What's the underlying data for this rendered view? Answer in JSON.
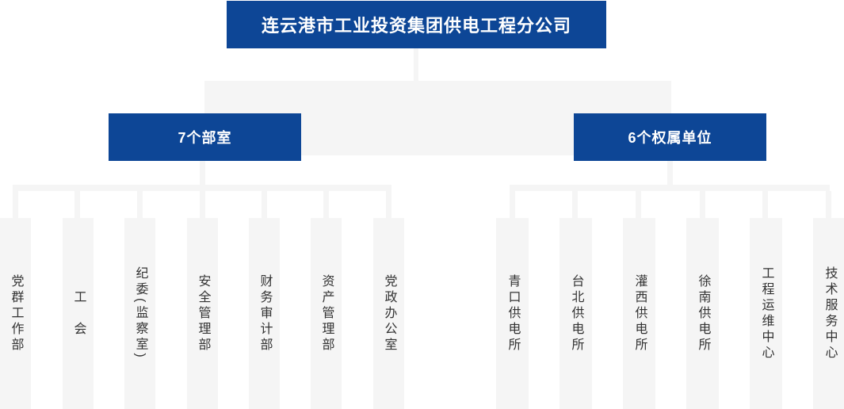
{
  "root": {
    "label": "连云港市工业投资集团供电工程分公司"
  },
  "groups": [
    {
      "label": "7个部室",
      "children": [
        "党群工作部",
        "工　会",
        "纪委(监察室)",
        "安全管理部",
        "财务审计部",
        "资产管理部",
        "党政办公室"
      ]
    },
    {
      "label": "6个权属单位",
      "children": [
        "青口供电所",
        "台北供电所",
        "灌西供电所",
        "徐南供电所",
        "工程运维中心",
        "技术服务中心"
      ]
    }
  ],
  "colors": {
    "node_blue": "#0d4696",
    "connector_gray": "#f5f5f5",
    "leaf_text": "#333333",
    "node_text": "#ffffff"
  }
}
